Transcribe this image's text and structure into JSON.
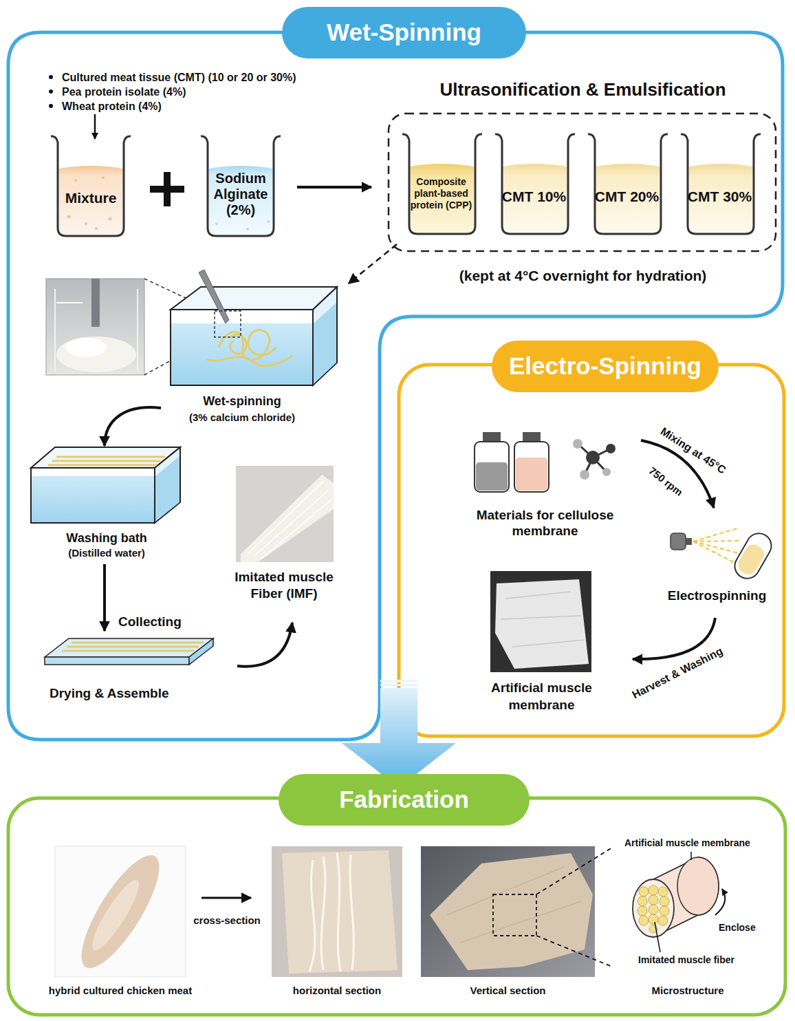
{
  "diagram": {
    "nodes": [
      {
        "text": [
          "Wet-Spinning"
        ]
      },
      {
        "text": [
          "Electro-Spinning"
        ]
      },
      {
        "text": [
          "Fabrication"
        ]
      },
      {
        "text": [
          "Mixture"
        ],
        "in": 0
      },
      {
        "text": [
          "Sodium Alginate (2%)"
        ],
        "in": 0
      },
      {
        "text": [
          "Ultrasonification & Emulsification",
          "(kept at 4°C overnight for hydration)"
        ],
        "in": 0
      },
      {
        "text": [
          "Composite plant-based protein (CPP)"
        ],
        "in": 5
      },
      {
        "text": [
          "CMT 10%"
        ],
        "in": 5
      },
      {
        "text": [
          "CMT 20%"
        ],
        "in": 5
      },
      {
        "text": [
          "CMT 30%"
        ],
        "in": 5
      },
      {
        "text": [
          "Wet-spinning",
          "(3% calcium chloride)"
        ],
        "in": 0
      },
      {
        "text": [
          "Washing bath",
          "(Distilled water)"
        ],
        "in": 0
      },
      {
        "text": [
          "Drying & Assemble"
        ],
        "in": 0
      },
      {
        "text": [
          "Imitated muscle Fiber (IMF)"
        ],
        "in": 0
      },
      {
        "text": [
          "Materials for cellulose membrane"
        ],
        "in": 1
      },
      {
        "text": [
          "Electrospinning"
        ],
        "in": 1
      },
      {
        "text": [
          "Artificial muscle membrane"
        ],
        "in": 1
      },
      {
        "text": [
          "hybrid cultured chicken meat"
        ],
        "in": 2
      },
      {
        "text": [
          "horizontal section"
        ],
        "in": 2
      },
      {
        "text": [
          "Vertical section"
        ],
        "in": 2
      },
      {
        "text": [
          "Microstructure"
        ],
        "in": 2
      }
    ],
    "edges": [
      {
        "from": 4,
        "to": 5,
        "arrow": "to"
      },
      {
        "from": 5,
        "to": 10,
        "arrow": "to"
      },
      {
        "from": 10,
        "to": 11,
        "arrow": "to"
      },
      {
        "from": 11,
        "to": 12,
        "label": "Collecting",
        "arrow": "to"
      },
      {
        "from": 12,
        "to": 13,
        "arrow": "to"
      },
      {
        "from": 14,
        "to": 15,
        "label": "Mixing at 45°C",
        "arrow": "to"
      },
      {
        "from": 15,
        "to": 16,
        "label": "Harvest & Washing",
        "arrow": "to"
      },
      {
        "from": 0,
        "to": 2,
        "arrow": "to"
      },
      {
        "from": 17,
        "to": 18,
        "label": "cross-section",
        "arrow": "to"
      },
      {
        "from": 19,
        "to": 20,
        "arrow": "none"
      }
    ],
    "labels": [
      "Cultured meat tissue (CMT) (10 or 20 or 30%)",
      "Pea protein isolate (4%)",
      "Wheat protein (4%)",
      "750 rpm",
      "Artificial muscle membrane",
      "Enclose",
      "Imitated muscle fiber"
    ]
  }
}
